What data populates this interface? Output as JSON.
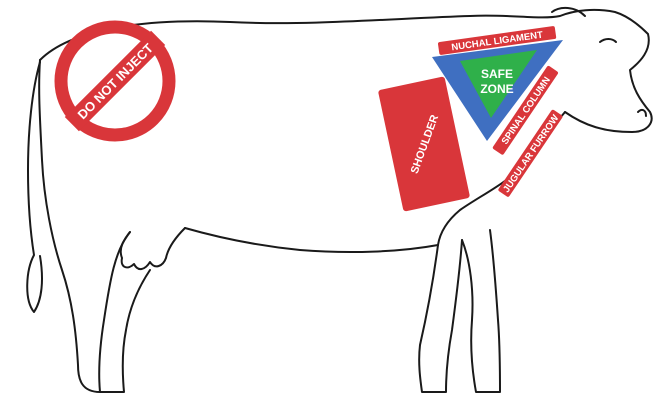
{
  "labels": {
    "do_not_inject": "DO NOT INJECT",
    "nuchal_ligament": "NUCHAL LIGAMENT",
    "safe_zone_line1": "SAFE",
    "safe_zone_line2": "ZONE",
    "shoulder": "SHOULDER",
    "spinal_column": "SPINAL COLUMN",
    "jugular_furrow": "JUGULAR FURROW"
  },
  "colors": {
    "danger_red": "#d9363a",
    "safe_green": "#2fb04a",
    "border_blue": "#3f6fc1",
    "outline": "#1a1a1a"
  }
}
